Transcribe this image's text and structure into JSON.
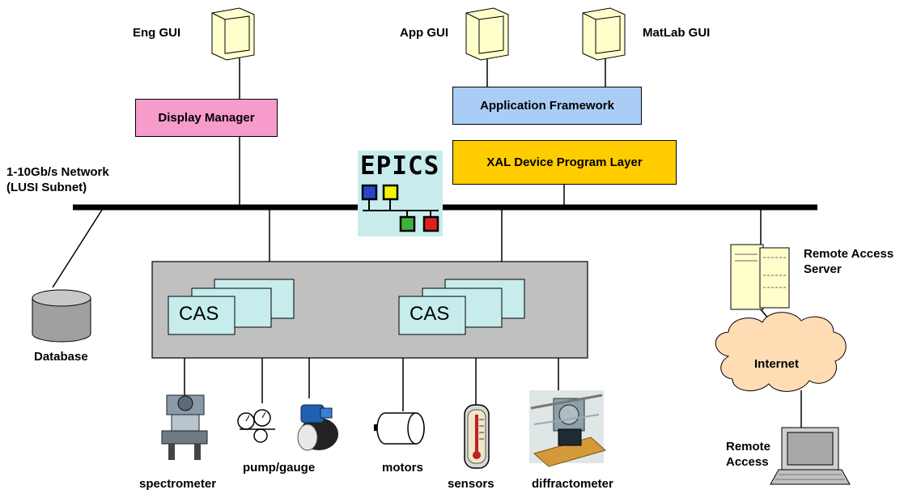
{
  "gui": {
    "eng": "Eng GUI",
    "app": "App GUI",
    "matlab": "MatLab GUI"
  },
  "layers": {
    "display_manager": "Display Manager",
    "app_framework": "Application Framework",
    "xal": "XAL Device Program Layer"
  },
  "network_label": "1-10Gb/s Network\n(LUSI Subnet)",
  "epics_logo": "EPICS",
  "cas": [
    "CAS",
    "CAS"
  ],
  "database": "Database",
  "devices": {
    "spectrometer": "spectrometer",
    "pump_gauge": "pump/gauge",
    "motors": "motors",
    "sensors": "sensors",
    "diffractometer": "diffractometer"
  },
  "remote": {
    "server": "Remote Access\nServer",
    "internet": "Internet",
    "access": "Remote\nAccess"
  },
  "colors": {
    "display_manager": "#f79bcb",
    "app_framework": "#a9cdf5",
    "xal": "#ffcc00",
    "cas": "#c6ecec",
    "ioc_box": "#c0c0c0",
    "monitor": "#ffffcc",
    "cloud": "#ffdcb4"
  }
}
